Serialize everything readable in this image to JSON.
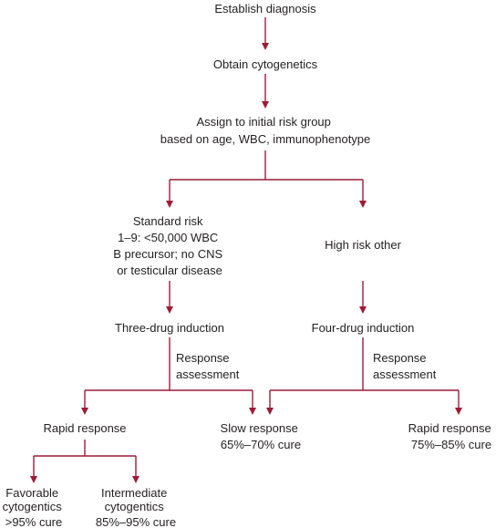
{
  "colors": {
    "connector": "#9c1c38",
    "text": "#231f20",
    "background": "#ffffff"
  },
  "nodes": {
    "establish": [
      "Establish diagnosis"
    ],
    "cytogenetics": [
      "Obtain cytogenetics"
    ],
    "assign": [
      "Assign to initial risk group",
      "based on age, WBC, immunophenotype"
    ],
    "standard": [
      "Standard risk",
      "1–9: <50,000 WBC",
      "B precursor; no CNS",
      "or testicular disease"
    ],
    "high": [
      "High risk other"
    ],
    "three_drug": [
      "Three-drug induction"
    ],
    "four_drug": [
      "Four-drug induction"
    ],
    "response_left": [
      "Response",
      "assessment"
    ],
    "response_right": [
      "Response",
      "assessment"
    ],
    "rapid_left": [
      "Rapid response"
    ],
    "slow": [
      "Slow response",
      "65%–70% cure"
    ],
    "rapid_right": [
      "Rapid response",
      "75%–85% cure"
    ],
    "favorable": [
      "Favorable",
      "cytogentics",
      ">95% cure"
    ],
    "intermediate": [
      "Intermediate",
      "cytogentics",
      "85%–95% cure"
    ]
  }
}
